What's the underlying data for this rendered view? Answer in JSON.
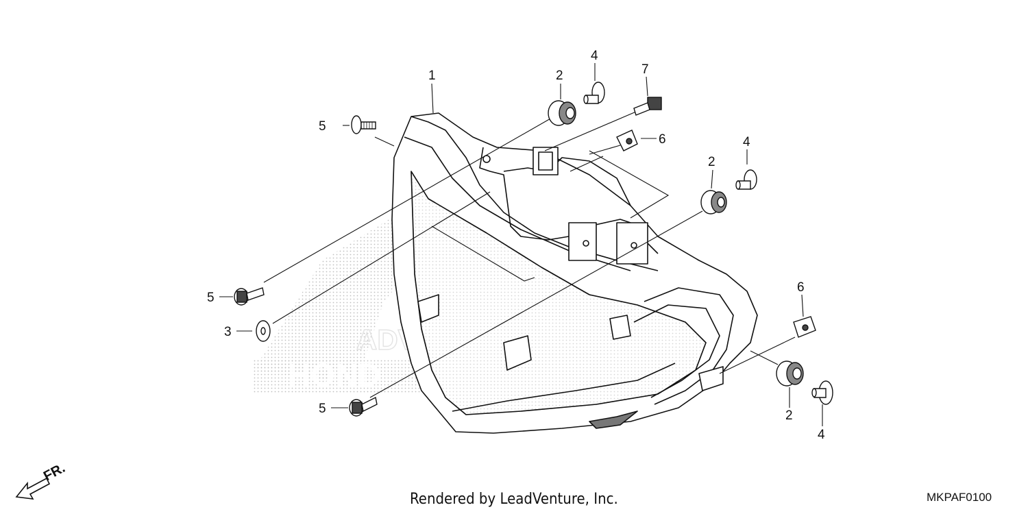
{
  "callouts": [
    {
      "id": "c1",
      "text": "1"
    },
    {
      "id": "c2a",
      "text": "2"
    },
    {
      "id": "c2b",
      "text": "2"
    },
    {
      "id": "c2c",
      "text": "2"
    },
    {
      "id": "c3",
      "text": "3"
    },
    {
      "id": "c4a",
      "text": "4"
    },
    {
      "id": "c4b",
      "text": "4"
    },
    {
      "id": "c4c",
      "text": "4"
    },
    {
      "id": "c5a",
      "text": "5"
    },
    {
      "id": "c5b",
      "text": "5"
    },
    {
      "id": "c5c",
      "text": "5"
    },
    {
      "id": "c6a",
      "text": "6"
    },
    {
      "id": "c6b",
      "text": "6"
    },
    {
      "id": "c7",
      "text": "7"
    }
  ],
  "direction_label": "FR.",
  "footer": {
    "credit": "Rendered by LeadVenture, Inc.",
    "code": "MKPAF0100"
  },
  "watermark": "HONDA / LEADVENTURE",
  "colors": {
    "ink": "#111111",
    "stipple": "#9a9a9a",
    "background": "#ffffff"
  }
}
